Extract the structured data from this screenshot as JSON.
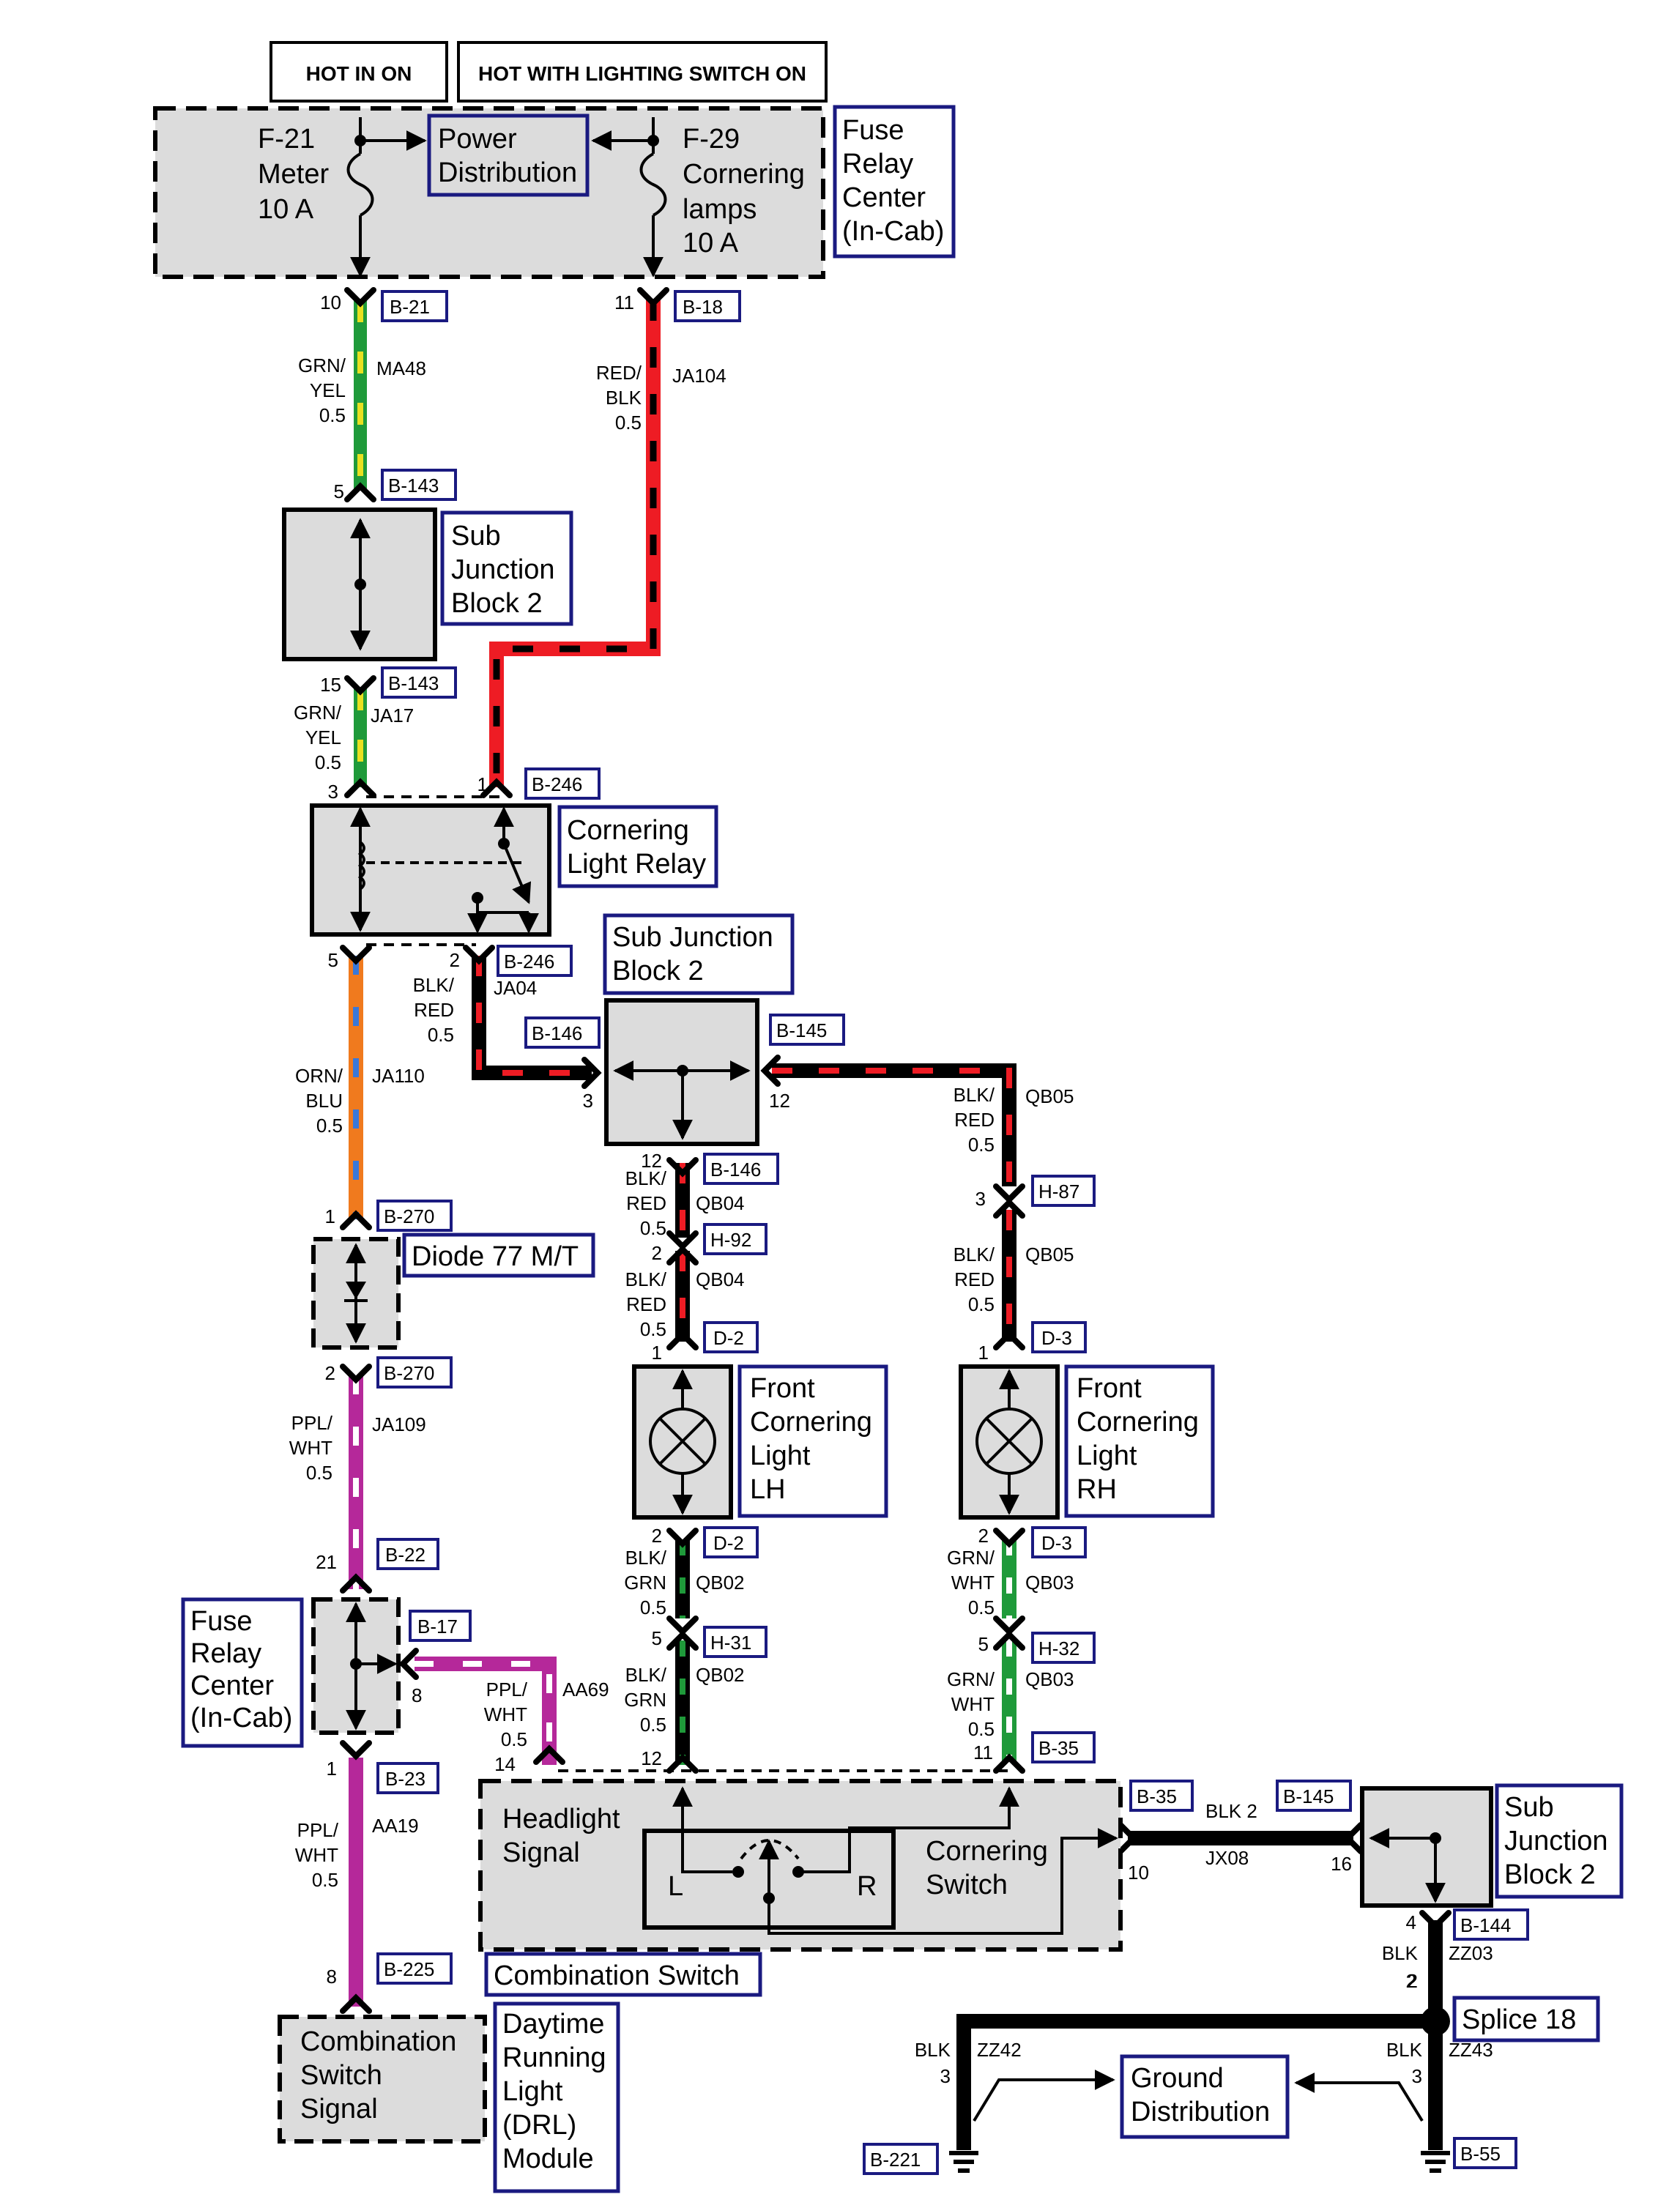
{
  "headers": {
    "hot_in_on": "HOT IN ON",
    "hot_with_lighting": "HOT WITH LIGHTING SWITCH ON"
  },
  "fuse_relay_center": {
    "title": [
      "Fuse",
      "Relay",
      "Center",
      "(In-Cab)"
    ]
  },
  "fuses": {
    "f21": [
      "F-21",
      "Meter",
      "10 A"
    ],
    "f29": [
      "F-29",
      "Cornering",
      "lamps",
      "10 A"
    ]
  },
  "power_distribution": [
    "Power",
    "Distribution"
  ],
  "sub_junction_block_2": [
    "Sub",
    "Junction",
    "Block 2"
  ],
  "sub_junction_block_2_mid": [
    "Sub Junction",
    "Block 2"
  ],
  "cornering_light_relay": [
    "Cornering",
    "Light Relay"
  ],
  "diode": "Diode 77 M/T",
  "fuse_relay_center_lower": [
    "Fuse",
    "Relay",
    "Center",
    "(In-Cab)"
  ],
  "front_cornering_lh": [
    "Front",
    "Cornering",
    "Light",
    "LH"
  ],
  "front_cornering_rh": [
    "Front",
    "Cornering",
    "Light",
    "RH"
  ],
  "combination_switch": {
    "title": "Combination Switch",
    "headlight_signal": [
      "Headlight",
      "Signal"
    ],
    "cornering_switch": [
      "Cornering",
      "Switch"
    ],
    "left": "L",
    "right": "R"
  },
  "drl_signal_box": [
    "Combination",
    "Switch",
    "Signal"
  ],
  "drl_module": [
    "Daytime",
    "Running",
    "Light",
    "(DRL)",
    "Module"
  ],
  "splice": "Splice 18",
  "ground_distribution": [
    "Ground",
    "Distribution"
  ],
  "connectors": {
    "b21": "B-21",
    "b18": "B-18",
    "b143a": "B-143",
    "b143b": "B-143",
    "b246a": "B-246",
    "b246b": "B-246",
    "b146a": "B-146",
    "b145a": "B-145",
    "b146b": "B-146",
    "h87": "H-87",
    "h92": "H-92",
    "d2a": "D-2",
    "d3a": "D-3",
    "d2b": "D-2",
    "d3b": "D-3",
    "h31": "H-31",
    "h32": "H-32",
    "b35a": "B-35",
    "b35b": "B-35",
    "b145b": "B-145",
    "b270a": "B-270",
    "b270b": "B-270",
    "b22": "B-22",
    "b17": "B-17",
    "b23": "B-23",
    "b225": "B-225",
    "b144": "B-144",
    "b221": "B-221",
    "b55": "B-55"
  },
  "pins": {
    "p10": "10",
    "p11": "11",
    "p5a": "5",
    "p15": "15",
    "p3a": "3",
    "p1a": "1",
    "p5b": "5",
    "p2a": "2",
    "p3b": "3",
    "p12a": "12",
    "p12b": "12",
    "p3c": "3",
    "p2b": "2",
    "p1b": "1",
    "p1c": "1",
    "p2c": "2",
    "p2d": "2",
    "p5c": "5",
    "p5d": "5",
    "p12c": "12",
    "p11b": "11",
    "p1d": "1",
    "p2e": "2",
    "p21": "21",
    "p8a": "8",
    "p14": "14",
    "p1e": "1",
    "p8b": "8",
    "p10b": "10",
    "p16": "16",
    "p4": "4",
    "p2f": "2",
    "p3d": "3",
    "p3e": "3"
  },
  "wires": {
    "ma48": [
      "GRN/",
      "YEL",
      "0.5",
      "MA48"
    ],
    "ja104": [
      "RED/",
      "BLK",
      "0.5",
      "JA104"
    ],
    "ja17": [
      "GRN/",
      "YEL",
      "0.5",
      "JA17"
    ],
    "ja04": [
      "BLK/",
      "RED",
      "0.5",
      "JA04"
    ],
    "ja110": [
      "ORN/",
      "BLU",
      "0.5",
      "JA110"
    ],
    "qb05a": [
      "BLK/",
      "RED",
      "0.5",
      "QB05"
    ],
    "qb04a": [
      "BLK/",
      "RED",
      "0.5",
      "QB04"
    ],
    "qb04b": [
      "BLK/",
      "RED",
      "0.5",
      "QB04"
    ],
    "qb05b": [
      "BLK/",
      "RED",
      "0.5",
      "QB05"
    ],
    "ja109": [
      "PPL/",
      "WHT",
      "0.5",
      "JA109"
    ],
    "qb02a": [
      "BLK/",
      "GRN",
      "0.5",
      "QB02"
    ],
    "qb03a": [
      "GRN/",
      "WHT",
      "0.5",
      "QB03"
    ],
    "qb02b": [
      "BLK/",
      "GRN",
      "0.5",
      "QB02"
    ],
    "qb03b": [
      "GRN/",
      "WHT",
      "0.5",
      "QB03"
    ],
    "aa69": [
      "PPL/",
      "WHT",
      "0.5",
      "AA69"
    ],
    "aa19": [
      "PPL/",
      "WHT",
      "0.5",
      "AA19"
    ],
    "jx08": [
      "BLK 2",
      "JX08"
    ],
    "zz03": [
      "BLK",
      "2",
      "ZZ03"
    ],
    "zz42": [
      "BLK",
      "3",
      "ZZ42"
    ],
    "zz43": [
      "BLK",
      "3",
      "ZZ43"
    ]
  },
  "colors": {
    "box_fill": "#dcdcdc",
    "label_border": "#1a1a80",
    "green": "#1f9a3a",
    "yellow": "#e8e020",
    "red": "#ee1c24",
    "orange": "#f07a1e",
    "blue": "#3a78d8",
    "purple": "#b5289a",
    "white": "#ffffff"
  }
}
